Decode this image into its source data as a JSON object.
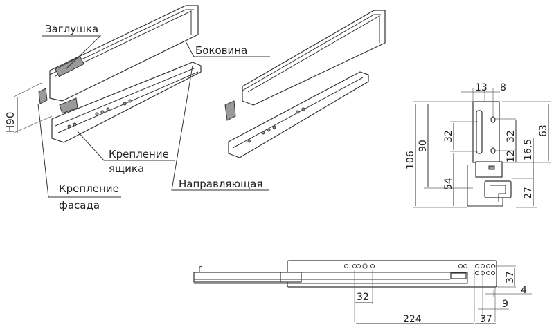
{
  "labels": {
    "cap": "Заглушка",
    "side": "Боковина",
    "box_mount_1": "Крепление",
    "box_mount_2": "ящика",
    "guide": "Направляющая",
    "front_mount_1": "Крепление",
    "front_mount_2": "фасада",
    "height": "H90"
  },
  "section_dims": {
    "top_left": "13",
    "top_right": "8",
    "total_height": "106",
    "side_height": "90",
    "hole_spacing_left": "32",
    "lower_left": "54",
    "hole_spacing_right": "32",
    "lower_hole": "12",
    "offset": "16,5",
    "upper_right": "63",
    "rail_height": "27"
  },
  "rail_dims": {
    "height": "37",
    "gap": "4",
    "end_offset": "9",
    "hole_spacing": "32",
    "length": "224",
    "end_distance": "37"
  }
}
